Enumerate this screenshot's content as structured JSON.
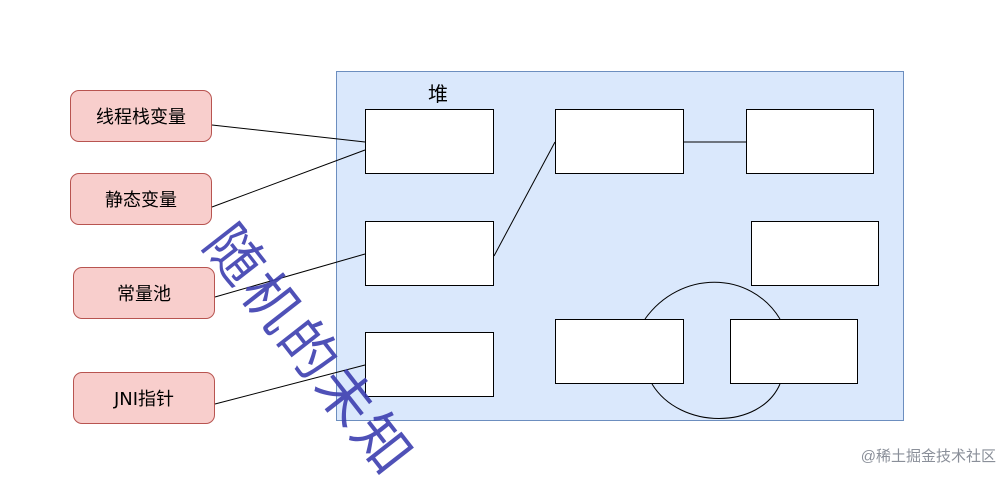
{
  "heap": {
    "label": "堆"
  },
  "roots": [
    {
      "label": "线程栈变量"
    },
    {
      "label": "静态变量"
    },
    {
      "label": "常量池"
    },
    {
      "label": "JNI指针"
    }
  ],
  "watermark": "随机的未知",
  "credit": "@稀土掘金技术社区",
  "colors": {
    "heap_fill": "#dae8fc",
    "heap_border": "#6c8ebf",
    "root_fill": "#f8cecc",
    "root_border": "#b85450"
  }
}
